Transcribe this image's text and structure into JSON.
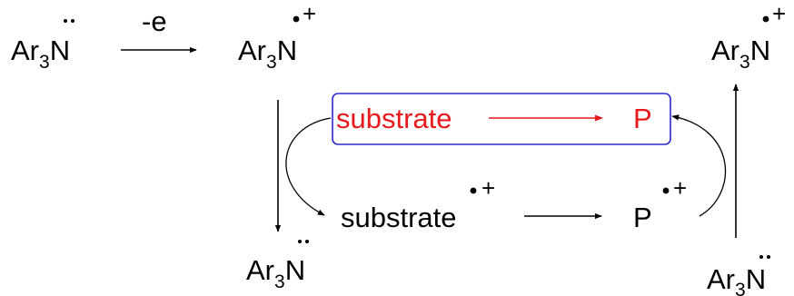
{
  "species": {
    "amine": {
      "main": "Ar",
      "sub": "3",
      "atom": "N"
    },
    "substrate": "substrate",
    "product": "P",
    "cation_sign": "+"
  },
  "steps": {
    "oxidation_label": "-e"
  },
  "colors": {
    "highlight_text": "#e8191c",
    "highlight_box": "#2b2bd1",
    "ink": "#000000"
  }
}
